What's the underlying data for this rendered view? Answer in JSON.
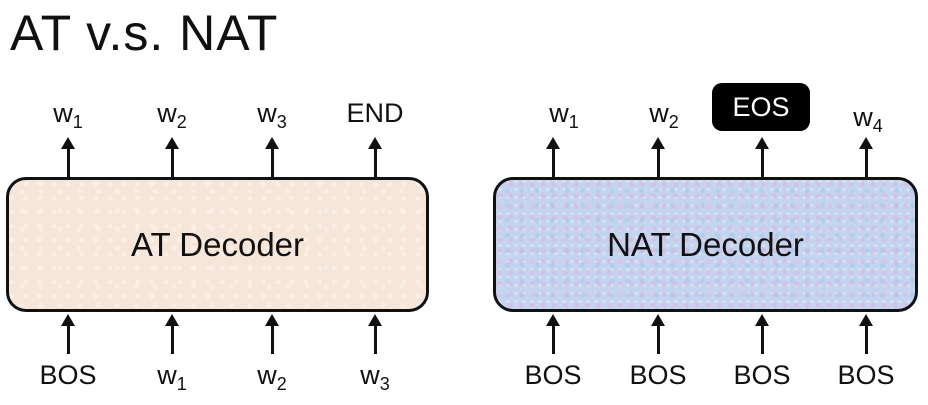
{
  "title": "AT v.s. NAT",
  "at": {
    "decoder_label": "AT Decoder",
    "outputs": [
      {
        "base": "w",
        "sub": "1"
      },
      {
        "base": "w",
        "sub": "2"
      },
      {
        "base": "w",
        "sub": "3"
      },
      {
        "base": "END",
        "sub": ""
      }
    ],
    "inputs": [
      {
        "base": "BOS",
        "sub": ""
      },
      {
        "base": "w",
        "sub": "1"
      },
      {
        "base": "w",
        "sub": "2"
      },
      {
        "base": "w",
        "sub": "3"
      }
    ],
    "box_color": "#f6e6da"
  },
  "nat": {
    "decoder_label": "NAT Decoder",
    "outputs": [
      {
        "base": "w",
        "sub": "1"
      },
      {
        "base": "w",
        "sub": "2"
      },
      {
        "base": "EOS",
        "sub": "",
        "highlighted": true
      },
      {
        "base": "w",
        "sub": "4"
      }
    ],
    "inputs": [
      {
        "base": "BOS",
        "sub": ""
      },
      {
        "base": "BOS",
        "sub": ""
      },
      {
        "base": "BOS",
        "sub": ""
      },
      {
        "base": "BOS",
        "sub": ""
      }
    ],
    "box_color": "#c4d4ee",
    "highlight_color": "#000000"
  }
}
